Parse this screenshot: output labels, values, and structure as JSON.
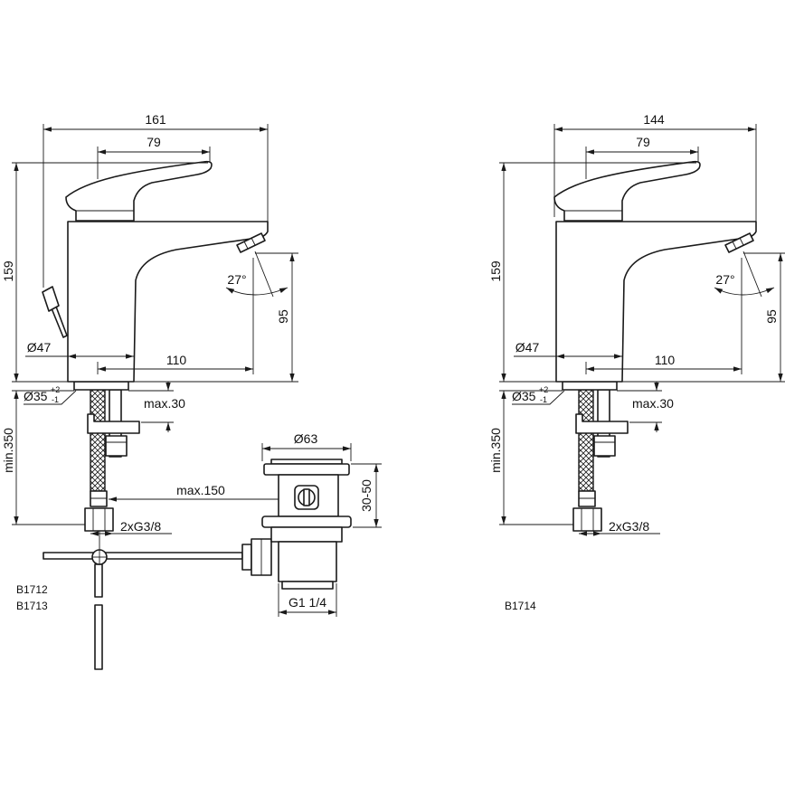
{
  "left": {
    "codes": {
      "first": "B1712",
      "second": "B1713"
    },
    "dims": {
      "overall_length": "161",
      "lever_length": "79",
      "height": "159",
      "spout_height": "95",
      "spout_angle": "27°",
      "body_diameter": "Ø47",
      "spout_reach": "110",
      "hole_diameter": "Ø35",
      "tolerance_upper": "+2",
      "tolerance_lower": "-1",
      "max_thickness": "max.30",
      "hose_length": "min.350",
      "connections": "2xG3/8"
    },
    "waste": {
      "diameter": "Ø63",
      "rod_length": "max.150",
      "adjustment": "30-50",
      "thread": "G1 1/4"
    }
  },
  "right": {
    "codes": {
      "first": "B1714"
    },
    "dims": {
      "overall_length": "144",
      "lever_length": "79",
      "height": "159",
      "spout_height": "95",
      "spout_angle": "27°",
      "body_diameter": "Ø47",
      "spout_reach": "110",
      "hole_diameter": "Ø35",
      "tolerance_upper": "+2",
      "tolerance_lower": "-1",
      "max_thickness": "max.30",
      "hose_length": "min.350",
      "connections": "2xG3/8"
    }
  },
  "colors": {
    "line": "#1a1a1a",
    "background": "#ffffff"
  }
}
